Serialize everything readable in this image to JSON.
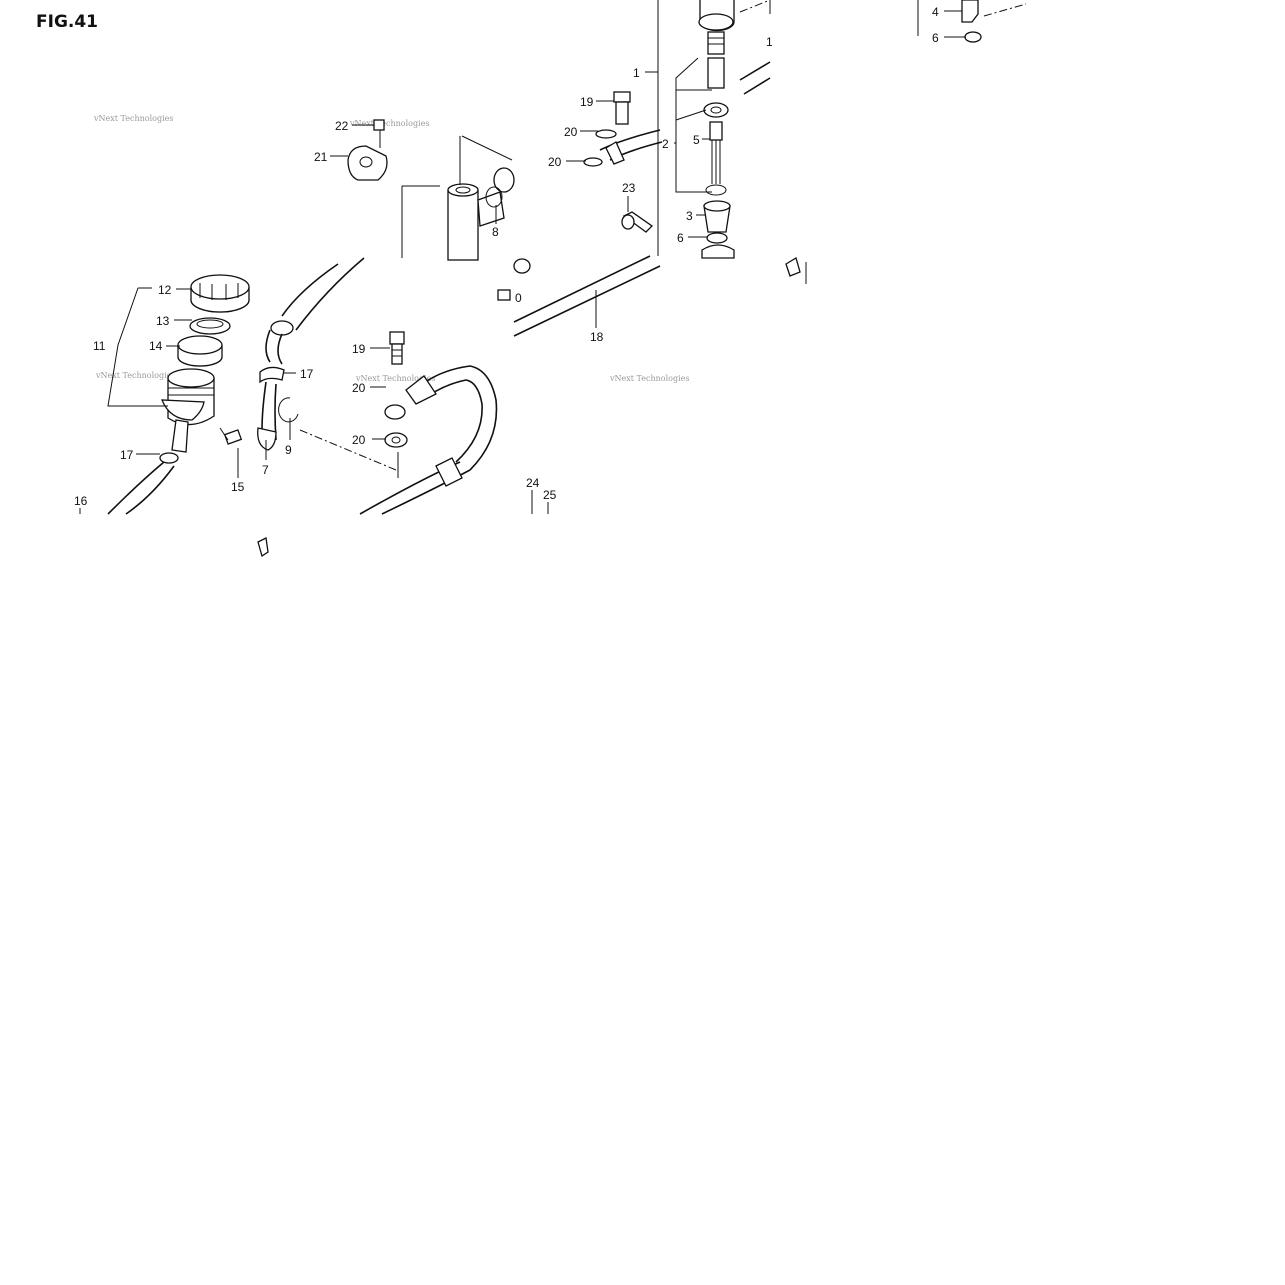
{
  "figure": {
    "title": "FIG.41",
    "watermark": "vNext Technologies"
  },
  "callouts": {
    "c1": "1",
    "c1b": "1",
    "c2": "2",
    "c3": "3",
    "c4": "4",
    "c5": "5",
    "c6a": "6",
    "c6b": "6",
    "c7": "7",
    "c8": "8",
    "c9": "9",
    "c10": "0",
    "c11": "11",
    "c12": "12",
    "c13": "13",
    "c14": "14",
    "c15": "15",
    "c16": "16",
    "c17a": "17",
    "c17b": "17",
    "c18": "18",
    "c19a": "19",
    "c19b": "19",
    "c20a": "20",
    "c20b": "20",
    "c20c": "20",
    "c20d": "20",
    "c21": "21",
    "c22": "22",
    "c23": "23",
    "c24": "24",
    "c25": "25"
  }
}
